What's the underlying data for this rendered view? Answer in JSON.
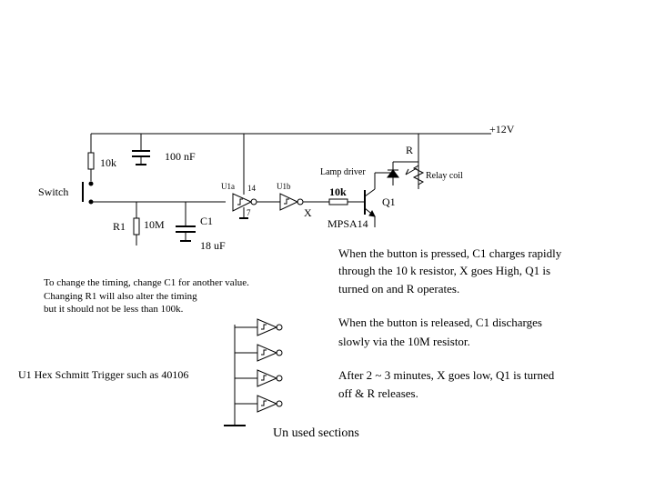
{
  "labels": {
    "supply": "+12V",
    "r10k": "10k",
    "cap100": "100 nF",
    "switch": "Switch",
    "r1": "R1",
    "r1val": "10M",
    "c1": "C1",
    "c1val": "18 uF",
    "u1a": "U1a",
    "pin14": "14",
    "pin7": "7",
    "u1b": "U1b",
    "x": "X",
    "rbase": "10k",
    "q1": "Q1",
    "mpsa": "MPSA14",
    "lamp": "Lamp driver",
    "relayR": "R",
    "relaycoil": "Relay coil",
    "unused": "Un used sections",
    "ic": "U1 Hex Schmitt Trigger such as 40106"
  },
  "notes": {
    "timing": [
      "To change the timing, change C1 for another value.",
      "Changing R1 will also alter the timing",
      "but it should not be less than 100k."
    ],
    "pressed": [
      "When the button is pressed, C1 charges rapidly",
      "through the 10 k resistor, X goes High, Q1 is",
      "turned on and R operates."
    ],
    "released": [
      "When the button is released, C1 discharges",
      "slowly via the 10M resistor."
    ],
    "after": [
      "After 2 ~ 3 minutes, X goes low, Q1 is turned",
      "off & R releases."
    ]
  }
}
